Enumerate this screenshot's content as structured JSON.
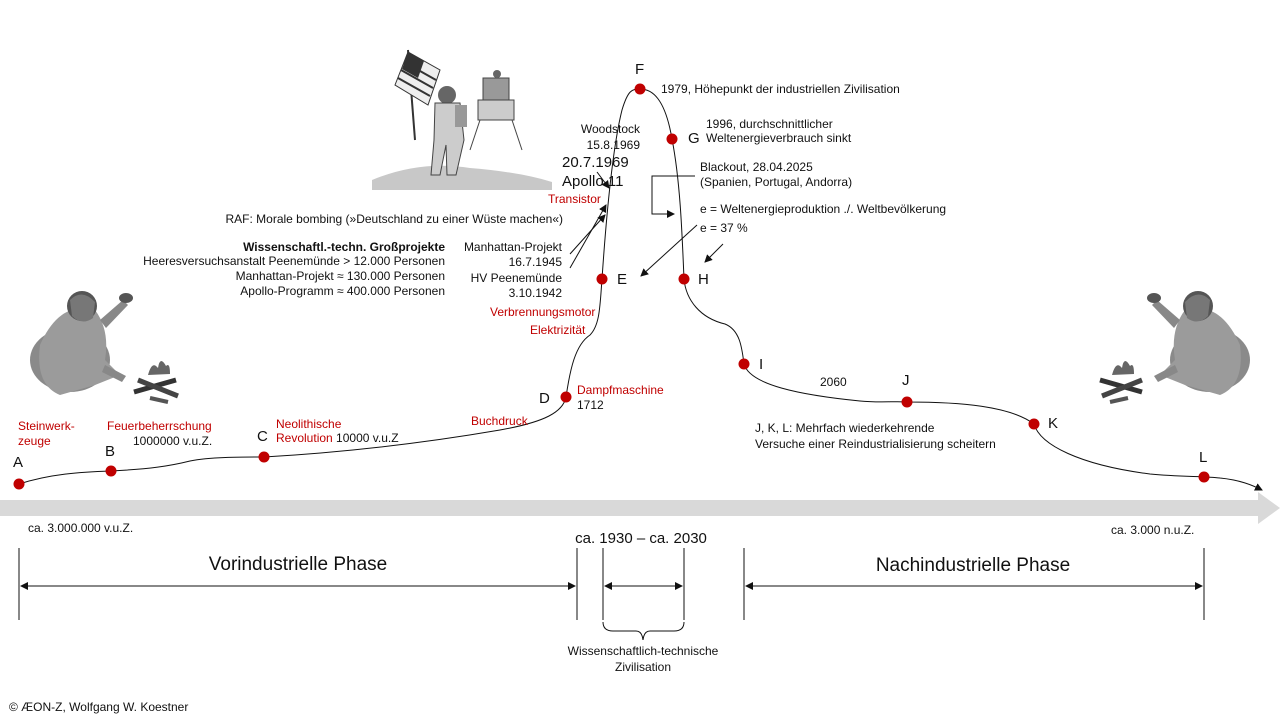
{
  "points": [
    {
      "letter": "A"
    },
    {
      "letter": "B"
    },
    {
      "letter": "C"
    },
    {
      "letter": "D"
    },
    {
      "letter": "E"
    },
    {
      "letter": "F"
    },
    {
      "letter": "G"
    },
    {
      "letter": "H"
    },
    {
      "letter": "I"
    },
    {
      "letter": "J"
    },
    {
      "letter": "K"
    },
    {
      "letter": "L"
    }
  ],
  "events": {
    "steinwerkzeuge_1": "Steinwerk-",
    "steinwerkzeuge_2": "zeuge",
    "feuer": "Feuerbeherrschung",
    "feuer_date": "1000000 v.u.Z.",
    "neolithisch_1": "Neolithische",
    "neolithisch_2": "Revolution",
    "neolithisch_date": "10000 v.u.Z",
    "buchdruck": "Buchdruck",
    "dampfmaschine": "Dampfmaschine",
    "dampfmaschine_year": "1712",
    "elektrizitaet": "Elektrizität",
    "verbrennungsmotor": "Verbrennungsmotor",
    "transistor": "Transistor",
    "hv_1": "HV Peenemünde",
    "hv_2": "3.10.1942",
    "manhattan_1": "Manhattan-Projekt",
    "manhattan_2": "16.7.1945",
    "apollo_1": "20.7.1969",
    "apollo_2": "Apollo 11",
    "woodstock_1": "Woodstock",
    "woodstock_2": "15.8.1969",
    "f_note": "1979, Höhepunkt der industriellen Zivilisation",
    "g_note_1": "1996, durchschnittlicher",
    "g_note_2": "Weltenergieverbrauch sinkt",
    "blackout_1": "Blackout, 28.04.2025",
    "blackout_2": "(Spanien, Portugal, Andorra)",
    "e_formula": "e = Weltenergieproduktion ./. Weltbevölkerung",
    "e_value": "e = 37 %",
    "year_2060": "2060",
    "jkl_1": "J, K, L: Mehrfach wiederkehrende",
    "jkl_2": "Versuche einer Reindustrialisierung scheitern",
    "raf": "RAF: Morale bombing (»Deutschland zu einer Wüste machen«)",
    "gp_title": "Wissenschaftl.-techn. Großprojekte",
    "gp_1": "Heeresversuchsanstalt Peenemünde > 12.000 Personen",
    "gp_2": "Manhattan-Projekt ≈ 130.000 Personen",
    "gp_3": "Apollo-Programm ≈ 400.000 Personen"
  },
  "axis": {
    "start": "ca. 3.000.000 v.u.Z.",
    "end": "ca. 3.000 n.u.Z.",
    "middle": "ca. 1930 – ca. 2030"
  },
  "phases": {
    "pre": "Vorindustrielle Phase",
    "post": "Nachindustrielle Phase",
    "mid_1": "Wissenschaftlich-technische",
    "mid_2": "Zivilisation"
  },
  "footer": "© ÆON-Z, Wolfgang W. Koestner",
  "colors": {
    "point": "#c00000",
    "axis": "#d9d9d9",
    "label_red": "#c00000"
  }
}
